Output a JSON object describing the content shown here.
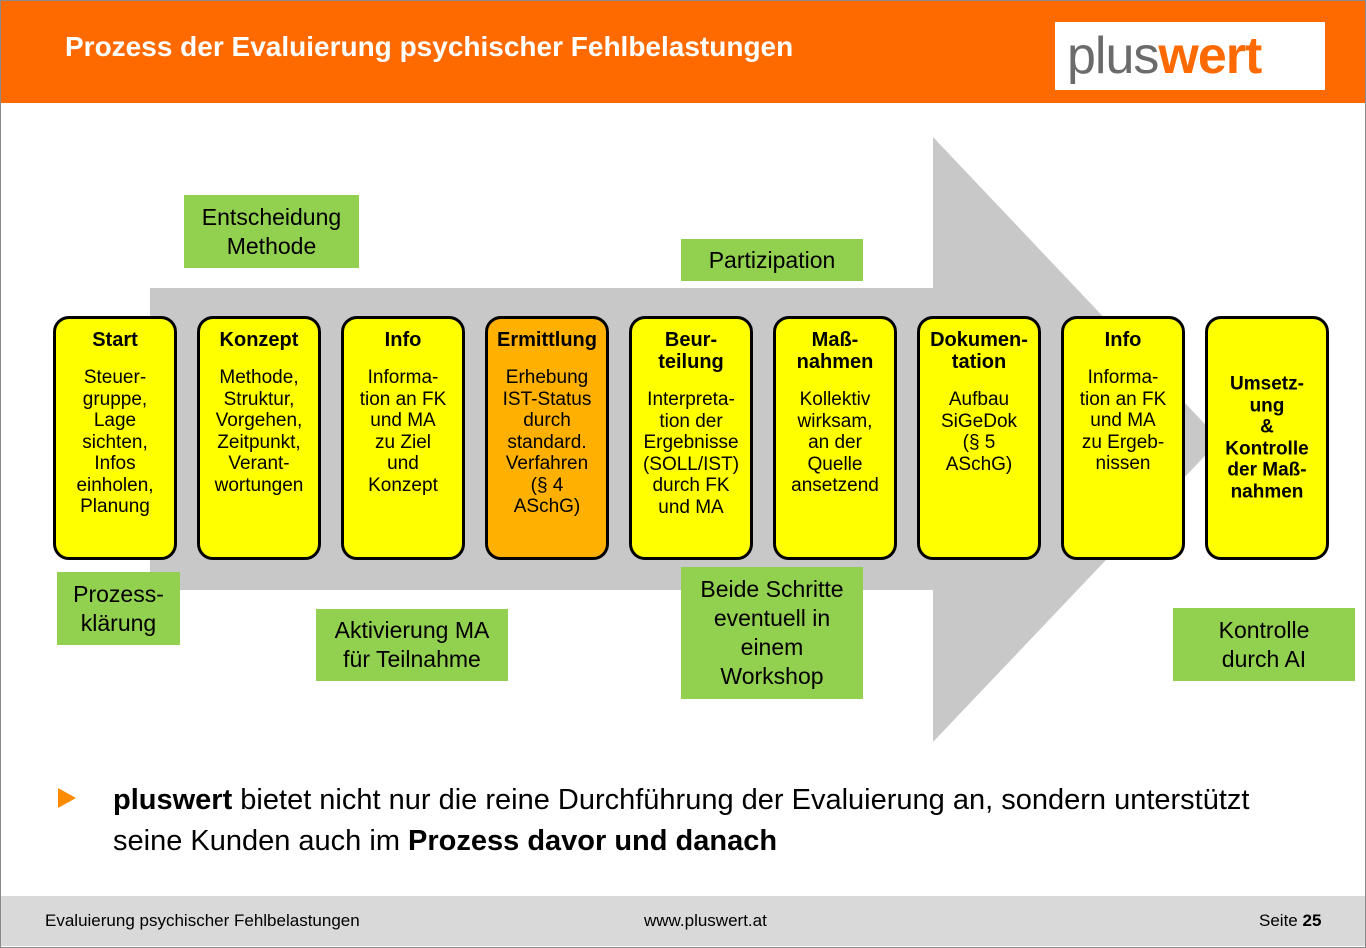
{
  "header": {
    "title": "Prozess der Evaluierung psychischer Fehlbelastungen",
    "logo_plus": "plus",
    "logo_wert": "wert"
  },
  "colors": {
    "header_bg": "#ff6a00",
    "step_yellow": "#ffff00",
    "step_highlight": "#ffb000",
    "note_green": "#92d050",
    "arrow_gray": "#c8c8c8",
    "footer_bg": "#d9d9d9"
  },
  "steps": [
    {
      "title": "Start",
      "desc": "Steuer-\ngruppe,\nLage\nsichten,\nInfos\neinholen,\nPlanung"
    },
    {
      "title": "Konzept",
      "desc": "Methode,\nStruktur,\nVorgehen,\nZeitpunkt,\nVerant-\nwortungen"
    },
    {
      "title": "Info",
      "desc": "Informa-\ntion an FK\nund MA\nzu Ziel\nund\nKonzept"
    },
    {
      "title": "Ermittlung",
      "desc": "Erhebung\nIST-Status\ndurch\nstandard.\nVerfahren\n(§ 4\nASchG)"
    },
    {
      "title": "Beur-\nteilung",
      "desc": "Interpreta-\ntion der\nErgebnisse\n(SOLL/IST)\ndurch FK\nund MA"
    },
    {
      "title": "Maß-\nnahmen",
      "desc": "Kollektiv\nwirksam,\nan der\nQuelle\nansetzend"
    },
    {
      "title": "Dokumen-\ntation",
      "desc": "Aufbau\nSiGeDok\n(§ 5\nASchG)"
    },
    {
      "title": "Info",
      "desc": "Informa-\ntion an FK\nund MA\nzu Ergeb-\nnissen"
    },
    {
      "title": "Umsetz-\nung\n&\nKontrolle\nder Maß-\nnahmen"
    }
  ],
  "notes": {
    "entscheidung": "Entscheidung\nMethode",
    "partizipation": "Partizipation",
    "prozessklaerung": "Prozess-\nklärung",
    "aktivierung": "Aktivierung MA\nfür Teilnahme",
    "workshop": "Beide Schritte\neventuell in\neinem\nWorkshop",
    "kontrolle": "Kontrolle\ndurch AI"
  },
  "bullet": {
    "brand": "pluswert",
    "text1": " bietet nicht nur die reine Durchführung der Evaluierung an, sondern unterstützt seine Kunden auch im ",
    "emphasis": "Prozess davor und danach"
  },
  "footer": {
    "left": "Evaluierung psychischer Fehlbelastungen",
    "center": "www.pluswert.at",
    "page_label": "Seite ",
    "page_number": "25"
  }
}
